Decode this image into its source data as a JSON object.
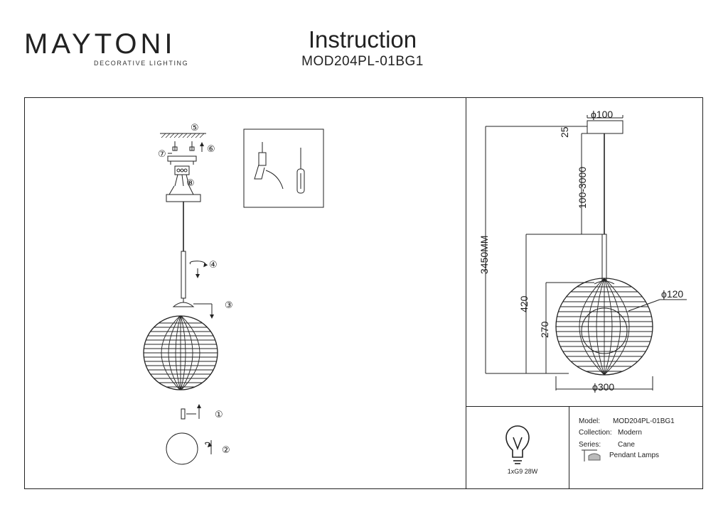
{
  "brand": {
    "name": "MAYTONI",
    "tagline": "DECORATIVE LIGHTING"
  },
  "header": {
    "title": "Instruction",
    "model": "MOD204PL-01BG1"
  },
  "steps": {
    "s1": "①",
    "s2": "②",
    "s3": "③",
    "s4": "④",
    "s5": "⑤",
    "s6": "⑥",
    "s7": "⑦",
    "s8": "⑧"
  },
  "dimensions": {
    "canopy_diameter": "ϕ100",
    "canopy_height": "25",
    "cable_length": "100-3000",
    "total_height": "3450MM",
    "shade_height": "420",
    "glass_height": "270",
    "glass_diameter": "ϕ120",
    "shade_diameter": "ϕ300"
  },
  "bulb": {
    "spec": "1xG9 28W"
  },
  "specs": {
    "model_label": "Model:",
    "model_value": "MOD204PL-01BG1",
    "collection_label": "Collection:",
    "collection_value": "Modern",
    "series_label": "Series:",
    "series_value": "Cane",
    "type_value": "Pendant Lamps"
  }
}
